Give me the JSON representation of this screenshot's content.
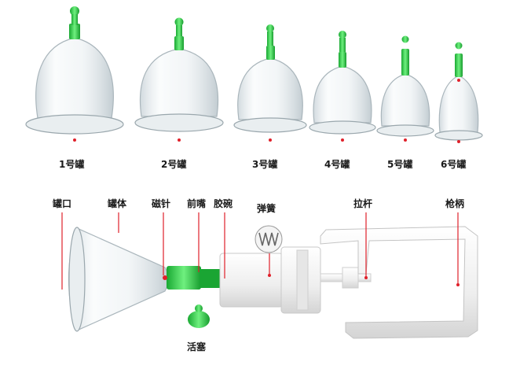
{
  "cups": [
    {
      "label": "1号罐"
    },
    {
      "label": "2号罐"
    },
    {
      "label": "3号罐"
    },
    {
      "label": "4号罐"
    },
    {
      "label": "5号罐"
    },
    {
      "label": "6号罐"
    }
  ],
  "parts": {
    "cup_mouth": "罐口",
    "cup_body": "罐体",
    "magnet_needle": "磁针",
    "nozzle": "前嘴",
    "rubber_bowl": "胶碗",
    "spring": "弹簧",
    "pull_rod": "拉杆",
    "gun_handle": "枪柄",
    "piston": "活塞"
  },
  "colors": {
    "valve_green": "#2ecc4a",
    "marker_red": "#e0202a",
    "glass": "#dfe6ea",
    "pump_white": "#f2f2f2"
  }
}
